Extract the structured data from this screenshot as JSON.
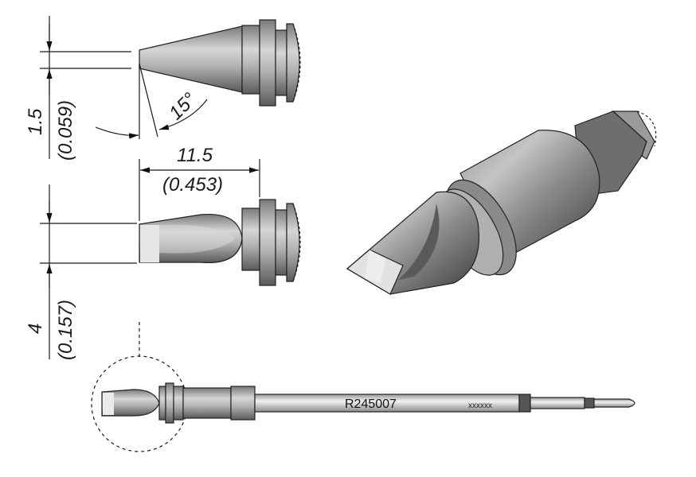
{
  "dimensions": {
    "tip_thickness": "1.5",
    "tip_thickness_in": "(0.059)",
    "angle": "15°",
    "length": "11.5",
    "length_in": "(0.453)",
    "tip_width": "4",
    "tip_width_in": "(0.157)"
  },
  "part": {
    "number": "R245007",
    "code": "xxxxxx"
  },
  "colors": {
    "metal_light": "#d0d0d0",
    "metal_mid": "#a9a9a9",
    "metal_dark": "#6e6e6e",
    "tip_face": "#ececec"
  }
}
